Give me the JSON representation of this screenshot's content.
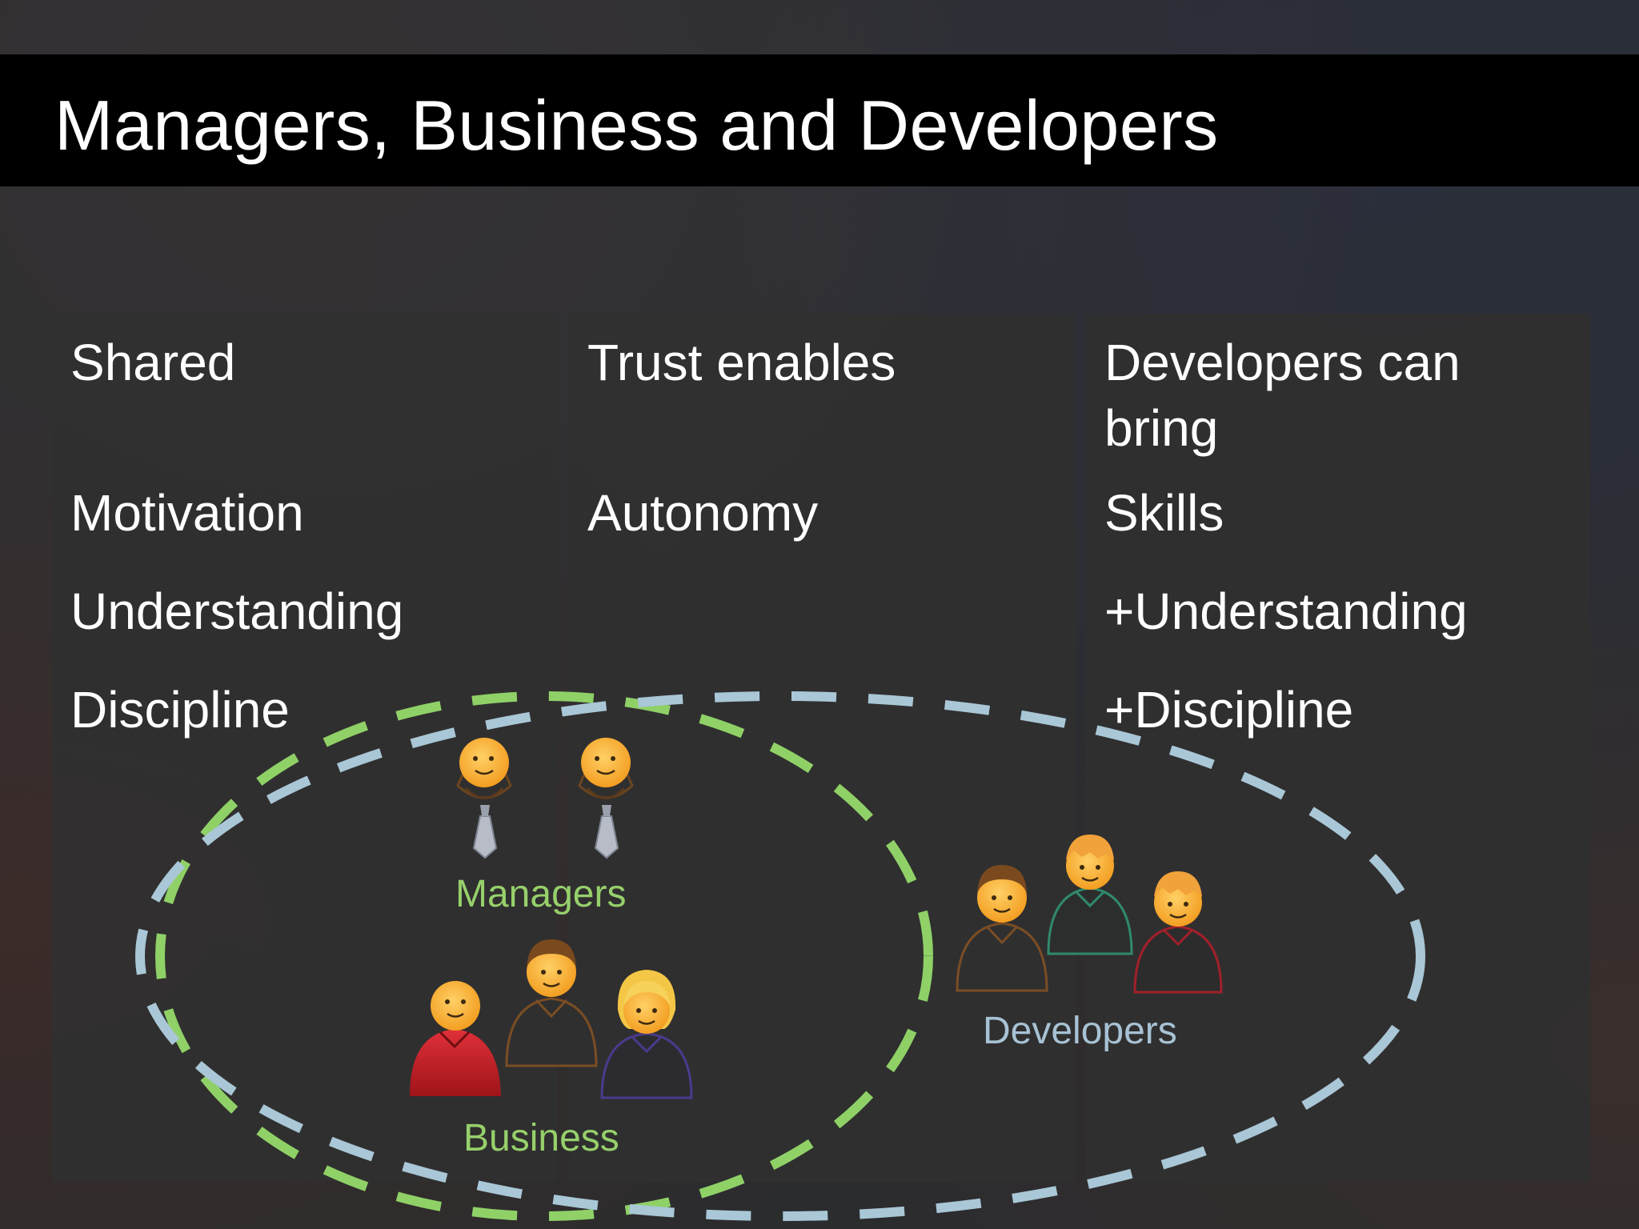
{
  "slide": {
    "title": "Managers, Business and Developers"
  },
  "columns": [
    {
      "heading": "Shared",
      "items": [
        "Motivation",
        "Understanding",
        "Discipline"
      ]
    },
    {
      "heading": "Trust enables",
      "items": [
        "Autonomy"
      ]
    },
    {
      "heading_line1": "Developers can",
      "heading_line2": "bring",
      "items": [
        "Skills",
        "+Understanding",
        "+Discipline"
      ]
    }
  ],
  "diagram": {
    "groups": [
      {
        "label": "Managers",
        "color": "#96d06b"
      },
      {
        "label": "Business",
        "color": "#96d06b"
      },
      {
        "label": "Developers",
        "color": "#a7c2d4"
      }
    ],
    "ellipse_colors": {
      "green": "#8fd167",
      "blue": "#a9c7d6"
    },
    "icons": [
      "manager-person-icon",
      "business-person-icon",
      "developer-person-icon"
    ]
  }
}
